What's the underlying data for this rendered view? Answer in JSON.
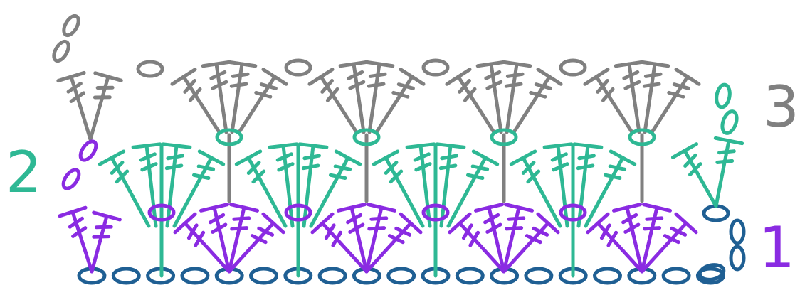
{
  "diagram": {
    "colors": {
      "chain": "#1f5f93",
      "row1": "#8a2be2",
      "row2": "#2eb894",
      "row3": "#808080",
      "background": "#ffffff"
    },
    "row_labels": [
      {
        "text": "1",
        "color": "#8a2be2"
      },
      {
        "text": "2",
        "color": "#2eb894"
      },
      {
        "text": "3",
        "color": "#808080"
      }
    ],
    "foundation_chain_count": 19,
    "row1_fan_count": 5,
    "row2_fan_count": 5,
    "row3_fan_count": 5,
    "symbols": [
      "chain-stitch",
      "double-crochet",
      "treble-crochet"
    ]
  }
}
